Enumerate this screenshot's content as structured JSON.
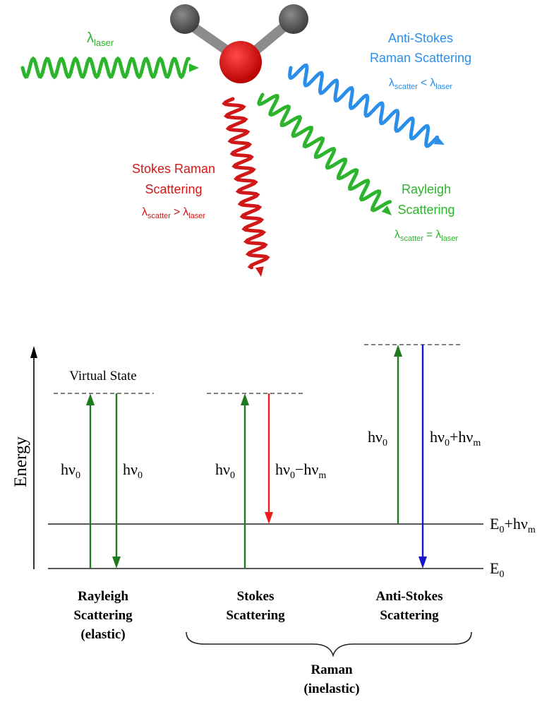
{
  "colors": {
    "green": "#2db42d",
    "blue": "#2b8fea",
    "red": "#d01818",
    "dark_green": "#1f7a1f",
    "arrow_red": "#ee1c1c",
    "arrow_blue": "#1515cc",
    "molecule_red": "#d40000",
    "molecule_gray": "#555555"
  },
  "scattering": {
    "laser": {
      "symbol": "λ",
      "sub": "laser"
    },
    "anti_stokes": {
      "line1": "Anti-Stokes",
      "line2": "Raman Scattering",
      "rel_l": "λ",
      "rel_l_sub": "scatter",
      "rel_op": "<",
      "rel_r": "λ",
      "rel_r_sub": "laser"
    },
    "stokes": {
      "line1": "Stokes Raman",
      "line2": "Scattering",
      "rel_l": "λ",
      "rel_l_sub": "scatter",
      "rel_op": ">",
      "rel_r": "λ",
      "rel_r_sub": "laser"
    },
    "rayleigh": {
      "line1": "Rayleigh",
      "line2": "Scattering",
      "rel_l": "λ",
      "rel_l_sub": "scatter",
      "rel_op": "=",
      "rel_r": "λ",
      "rel_r_sub": "laser"
    }
  },
  "energy": {
    "axis_label": "Energy",
    "virtual_state": "Virtual State",
    "h": "hν",
    "zero": "0",
    "m": "m",
    "minus": "−",
    "plus": "+",
    "e": "E",
    "ground_label": "E",
    "excited_label": "E",
    "columns": {
      "rayleigh": [
        "Rayleigh",
        "Scattering",
        "(elastic)"
      ],
      "stokes": [
        "Stokes",
        "Scattering"
      ],
      "anti_stokes": [
        "Anti-Stokes",
        "Scattering"
      ]
    },
    "raman": [
      "Raman",
      "(inelastic)"
    ]
  }
}
